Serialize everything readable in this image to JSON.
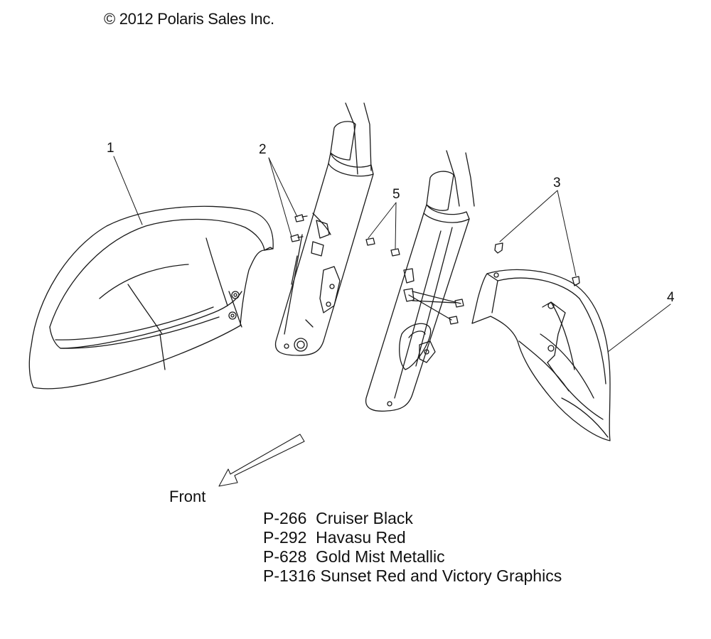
{
  "copyright": "© 2012 Polaris Sales Inc.",
  "callouts": {
    "c1": "1",
    "c2": "2",
    "c3": "3",
    "c4": "4",
    "c5": "5"
  },
  "front_label": "Front",
  "legend": [
    "P-266  Cruiser Black",
    "P-292  Havasu Red",
    "P-628  Gold Mist Metallic",
    "P-1316 Sunset Red and Victory Graphics"
  ],
  "colors": {
    "line": "#1a1a1a",
    "background": "#ffffff"
  }
}
